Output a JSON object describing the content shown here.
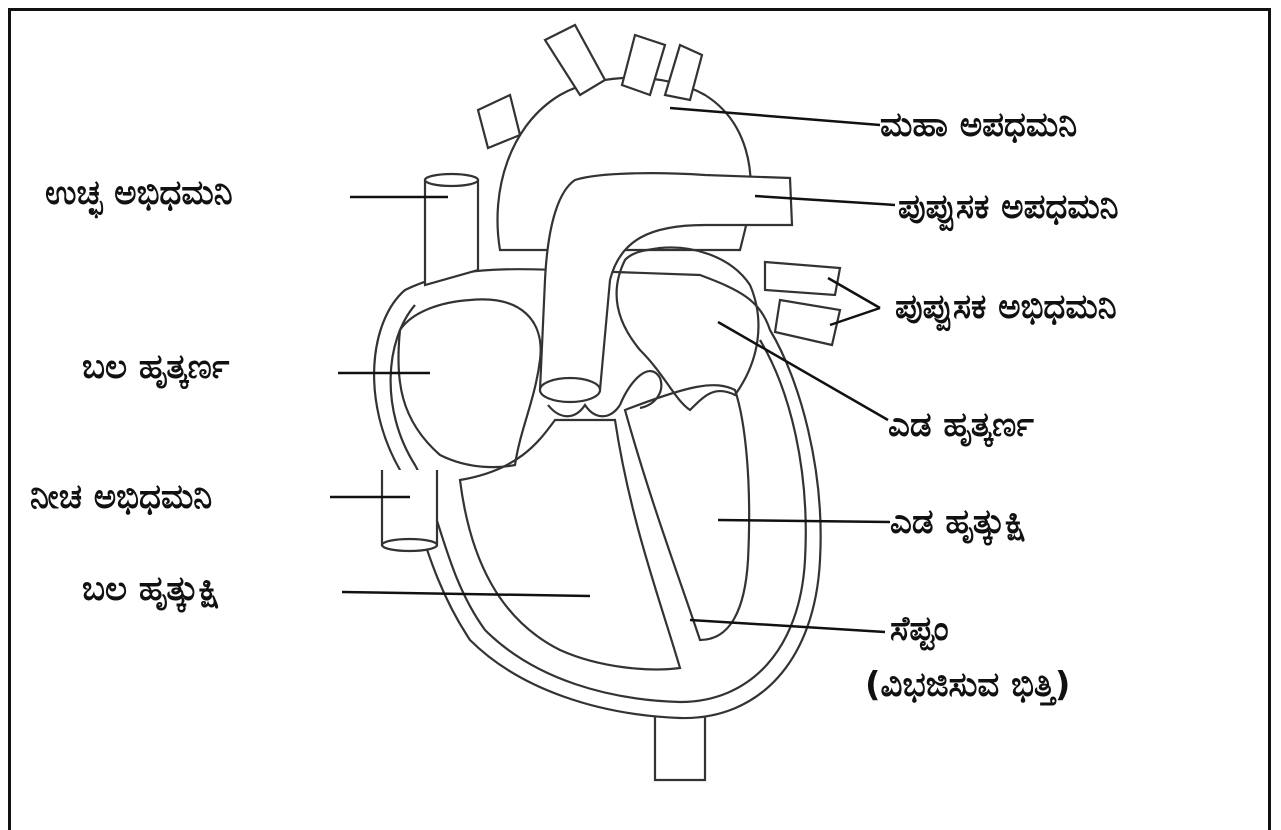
{
  "labels": {
    "superior_vena_cava": "ಉಚ್ಛ ಅಭಿಧಮನಿ",
    "aorta": "ಮಹಾ ಅಪಧಮನಿ",
    "pulmonary_artery": "ಪುಪ್ಪುಸಕ ಅಪಧಮನಿ",
    "pulmonary_veins": "ಪುಪ್ಪುಸಕ ಅಭಿಧಮನಿ",
    "right_atrium": "ಬಲ ಹೃತ್ಕರ್ಣ",
    "left_atrium": "ಎಡ ಹೃತ್ಕರ್ಣ",
    "inferior_vena_cava": "ನೀಚ ಅಭಿಧಮನಿ",
    "left_ventricle": "ಎಡ ಹೃತ್ಕುಕ್ಷಿ",
    "right_ventricle": "ಬಲ ಹೃತ್ಕುಕ್ಷಿ",
    "septum": "ಸೆಪ್ಟಂ",
    "septum_note": "(ವಿಭಜಿಸುವ ಭಿತ್ತಿ)"
  }
}
